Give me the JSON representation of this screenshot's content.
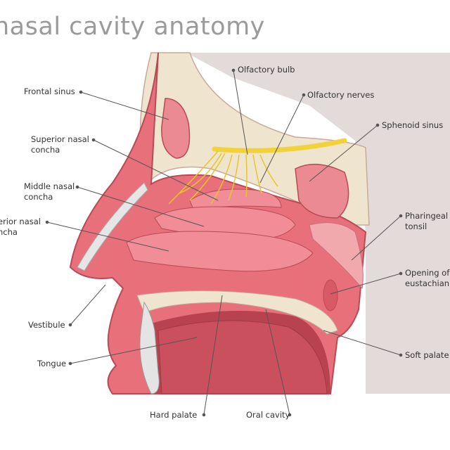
{
  "title": "nasal cavity anatomy",
  "labels": {
    "frontal_sinus": "Frontal sinus",
    "superior_concha_1": "Superior nasal",
    "superior_concha_2": "concha",
    "middle_concha_1": "Middle nasal",
    "middle_concha_2": "concha",
    "inferior_concha_1": "erior nasal",
    "inferior_concha_2": "ncha",
    "vestibule": "Vestibule",
    "tongue": "Tongue",
    "hard_palate": "Hard palate",
    "oral_cavity": "Oral cavity",
    "olfactory_bulb": "Olfactory bulb",
    "olfactory_nerves": "Olfactory nerves",
    "sphenoid_sinus": "Sphenoid sinus",
    "pharyngeal_tonsil_1": "Pharingeal",
    "pharyngeal_tonsil_2": "tonsil",
    "eustachian_1": "Opening of",
    "eustachian_2": "eustachian",
    "soft_palate": "Soft palate"
  },
  "colors": {
    "tissue": "#e8707a",
    "bone": "#efe5cf",
    "brain": "#e0d8d8",
    "nerve": "#f2d23a",
    "leader": "#555555"
  }
}
